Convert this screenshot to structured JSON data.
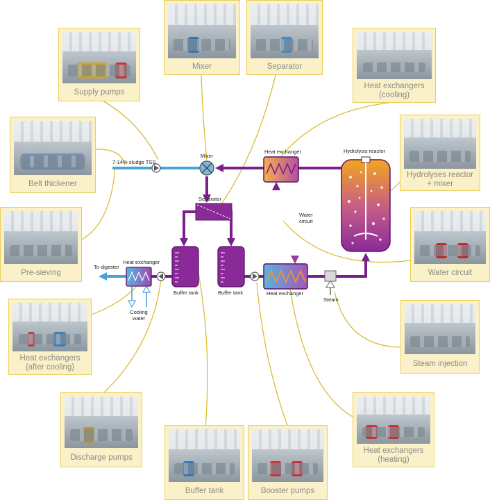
{
  "diagram": {
    "flow_labels": {
      "sludge_input": "7-14% sludge TSS",
      "mixer": "Mixer",
      "separator": "Separator",
      "heat_exchanger_top": "Heat exchanger",
      "hydrolysis_reactor": "Hydrolysis reactor",
      "water_circuit": "Water\ncircuit",
      "buffer_tank_left": "Buffer tank",
      "buffer_tank_right": "Buffer tank",
      "heat_exchanger_bottom": "Heat exchanger",
      "heat_exchanger_left": "Heat exchanger",
      "to_digester": "To digester",
      "cooling_water": "Cooling\nwater",
      "steam": "Steam"
    }
  },
  "cards": {
    "supply_pumps": "Supply pumps",
    "mixer": "Mixer",
    "separator": "Separator",
    "heat_exchangers_cooling": "Heat exchangers\n(cooling)",
    "belt_thickener": "Belt thickener",
    "hydrolyses_reactor": "Hydrolyses reactor\n+ mixer",
    "pre_sieving": "Pre-sieving",
    "water_circuit": "Water circuit",
    "heat_exchangers_after_cooling": "Heat exchangers\n(after cooling)",
    "steam_injection": "Steam injection",
    "discharge_pumps": "Discharge pumps",
    "heat_exchangers_heating": "Heat exchangers\n(heating)",
    "buffer_tank": "Buffer tank",
    "booster_pumps": "Booster pumps"
  },
  "colors": {
    "card_border": "#e8cf58",
    "card_fill": "#fbf1c8",
    "connector": "#d9bd35",
    "pipe_purple": "#7b1f8c",
    "pipe_blue": "#4aa3d6",
    "tank_purple": "#8a2a98",
    "hot_orange": "#f29a1f"
  }
}
